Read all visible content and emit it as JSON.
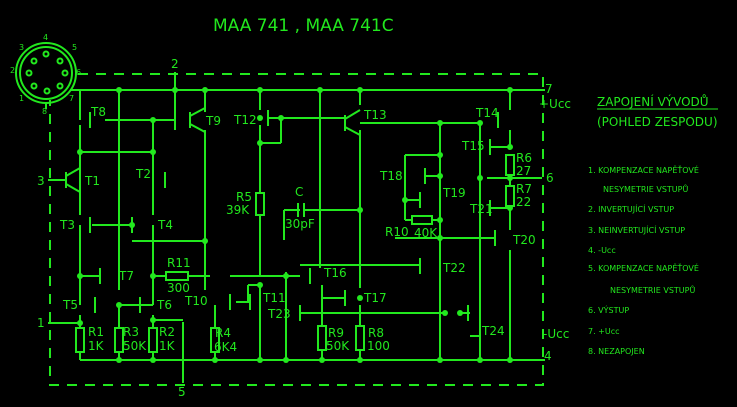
{
  "title": "MAA 741 ,  MAA 741C",
  "color": "#22e81e",
  "background": "#000000",
  "pinout_icon": "8-pin-package-bottom-view",
  "pin_numbers": [
    "1",
    "2",
    "3",
    "4",
    "5",
    "6",
    "7",
    "8"
  ],
  "ext_labels": {
    "pin2": "2",
    "pin3": "3",
    "pin1": "1",
    "pin5": "5",
    "pin7": "7",
    "pin6": "6",
    "pin4": "4",
    "vcc_pos": "+Ucc",
    "vcc_neg": "-Ucc"
  },
  "transistors": [
    "T1",
    "T2",
    "T3",
    "T4",
    "T5",
    "T6",
    "T7",
    "T8",
    "T9",
    "T10",
    "T11",
    "T12",
    "T13",
    "T14",
    "T15",
    "T16",
    "T17",
    "T18",
    "T19",
    "T20",
    "T21",
    "T22",
    "T23",
    "T24"
  ],
  "components": {
    "R1": {
      "name": "R1",
      "value": "1K"
    },
    "R2": {
      "name": "R2",
      "value": "1K"
    },
    "R3": {
      "name": "R3",
      "value": "50K"
    },
    "R4": {
      "name": "R4",
      "value": "6K4"
    },
    "R5": {
      "name": "R5",
      "value": "39K"
    },
    "R6": {
      "name": "R6",
      "value": "27"
    },
    "R7": {
      "name": "R7",
      "value": "22"
    },
    "R8": {
      "name": "R8",
      "value": "100"
    },
    "R9": {
      "name": "R9",
      "value": "50K"
    },
    "R10": {
      "name": "R10",
      "value": "40K"
    },
    "R11": {
      "name": "R11",
      "value": "300"
    },
    "C": {
      "name": "C",
      "value": "30pF"
    }
  },
  "legend": {
    "heading": "ZAPOJENÍ VÝVODŮ",
    "subheading": "(POHLED ZESPODU)",
    "items": [
      "1. KOMPENZACE NAPĚŤOVÉ",
      "NESYMETRIE VSTUPŮ",
      "2. INVERTUJÍCÍ VSTUP",
      "3. NEINVERTUJÍCÍ VSTUP",
      "4. -Ucc",
      "5. KOMPENZACE NAPĚŤOVÉ",
      "NESYMETRIE VSTUPŮ",
      "6. VÝSTUP",
      "7. +Ucc",
      "8. NEZAPOJEN"
    ]
  }
}
